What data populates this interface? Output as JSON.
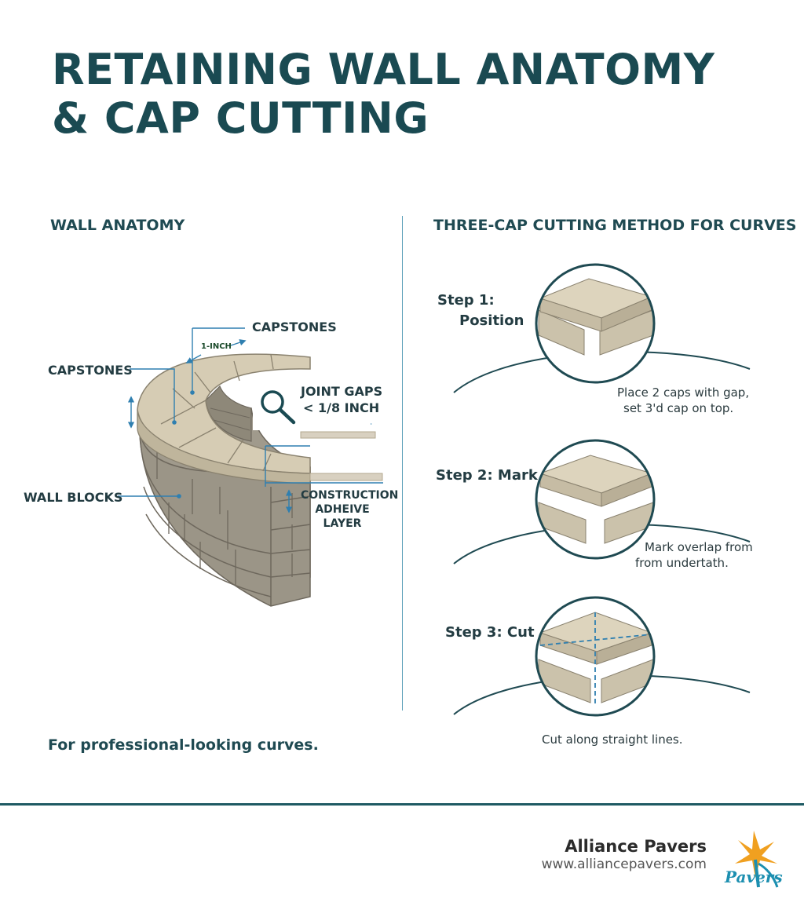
{
  "title": {
    "line1": "RETAINING WALL ANATOMY",
    "line2": "& CAP CUTTING"
  },
  "anatomy": {
    "heading": "WALL ANATOMY",
    "labels": {
      "capstones_top": "CAPSTONES",
      "one_inch": "1-INCH",
      "capstones_left": "CAPSTONES",
      "joint_gaps_1": "JOINT GAPS",
      "joint_gaps_2": "< 1/8 INCH",
      "wall_blocks": "WALL BLOCKS",
      "adhesive_1": "CONSTRUCTION",
      "adhesive_2": "ADHEIVE",
      "adhesive_3": "LAYER"
    },
    "tagline": "For professional-looking curves."
  },
  "method": {
    "heading": "THREE-CAP CUTTING METHOD FOR CURVES",
    "steps": [
      {
        "label_1": "Step 1:",
        "label_2": "Position",
        "caption_1": "Place 2 caps with gap,",
        "caption_2": "set 3'd cap on top."
      },
      {
        "label_1": "Step 2: Mark",
        "caption_1": "Mark overlap from",
        "caption_2": "from undertath."
      },
      {
        "label_1": "Step 3: Cut",
        "caption_1": "Cut along straight lines."
      }
    ]
  },
  "footer": {
    "brand": "Alliance Pavers",
    "url": "www.alliancepavers.com",
    "logo_text": "Pavers"
  },
  "colors": {
    "title": "#1a4a52",
    "accent": "#2f7fb0",
    "divider": "#5b9fb8",
    "footer_line": "#1e5a63"
  }
}
